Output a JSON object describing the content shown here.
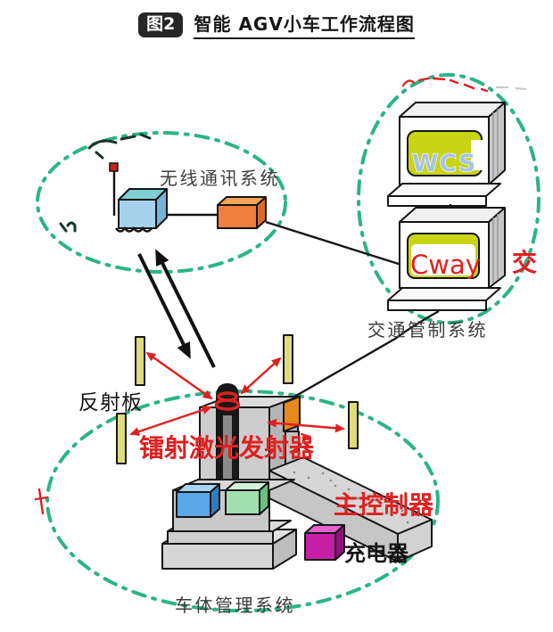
{
  "header": {
    "figure_badge": "图2",
    "title": "智能 AGV小车工作流程图"
  },
  "labels": {
    "wireless_system": "无线通讯系统",
    "traffic_system": "交通管制系统",
    "vehicle_system": "车体管理系统",
    "reflector_board": "反射板",
    "laser_emitter": "镭射激光发射器",
    "main_controller": "主控制器",
    "charger": "充电器",
    "screen_top": "WCS",
    "screen_bottom": "Cway",
    "stray_right_char": "交"
  },
  "colors": {
    "ellipse_green": "#2bb487",
    "annotation_red": "#e02020",
    "screen_green": "#c9d414",
    "screen_text_blue": "#a6c4ea",
    "reflector_yellow": "#dddc7e",
    "charger_magenta": "#c520a5",
    "comm_box_blue": "#a6d2ee",
    "comm_box_orange": "#ef7f3c",
    "title_badge_bg": "#262626"
  }
}
